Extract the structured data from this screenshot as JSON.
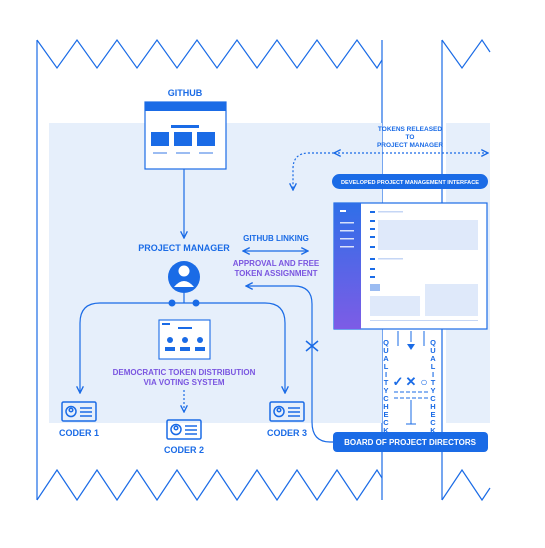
{
  "diagram": {
    "github": "GITHUB",
    "project_manager": "PROJECT MANAGER",
    "github_linking": "GITHUB LINKING",
    "approval_line1": "APPROVAL AND FREE",
    "approval_line2": "TOKEN ASSIGNMENT",
    "tokens_line1": "TOKENS RELEASED",
    "tokens_line2": "TO",
    "tokens_line3": "PROJECT MANAGER",
    "interface_banner": "DEVELOPED PROJECT MANAGEMENT INTERFACE",
    "voting_line1": "DEMOCRATIC TOKEN DISTRIBUTION",
    "voting_line2": "VIA VOTING SYSTEM",
    "coder1": "CODER 1",
    "coder2": "CODER 2",
    "coder3": "CODER 3",
    "board": "BOARD OF PROJECT DIRECTORS",
    "quality_check": "QUALITYCHECK",
    "check_symbols": [
      "✓",
      "✕",
      "○"
    ]
  },
  "colors": {
    "primary": "#1a6be6",
    "purple": "#7a55e0",
    "panel": "#e6effb"
  }
}
